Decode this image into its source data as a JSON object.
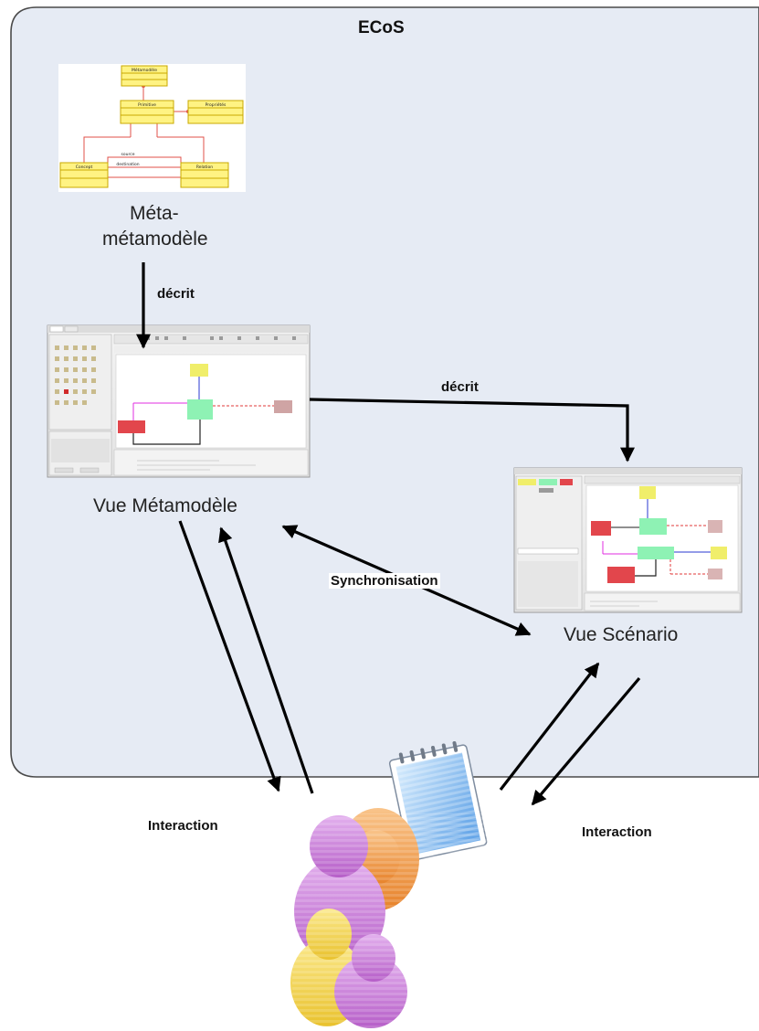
{
  "diagram": {
    "title": "ECoS",
    "nodes": {
      "metametamodel": {
        "label_line1": "Méta-",
        "label_line2": "métamodèle"
      },
      "metamodel_view": {
        "label": "Vue Métamodèle"
      },
      "scenario_view": {
        "label": "Vue Scénario"
      }
    },
    "edges": {
      "describes_1": "décrit",
      "describes_2": "décrit",
      "synchronisation": "Synchronisation",
      "interaction_left": "Interaction",
      "interaction_right": "Interaction"
    },
    "uml_thumbnail": {
      "classes": [
        "Métamodèle",
        "Primitive",
        "Propriétés",
        "Concept",
        "Relation"
      ],
      "texts": [
        "source",
        "destination"
      ]
    }
  },
  "colors": {
    "container_fill": "#e6ebf4",
    "container_stroke": "#4a4a4a",
    "arrow": "#000000",
    "uml_class": "#fff383",
    "uml_border": "#c8a800",
    "uml_link": "#e0504a",
    "node_yellow": "#f0ee6a",
    "node_green": "#8ef2b4",
    "node_red": "#e2464c",
    "node_pink": "#eecaca",
    "user_purple": "#c67ad6",
    "user_orange": "#f29a3a",
    "user_yellow": "#f3d64a",
    "notepad_blue": "#79b5ef"
  }
}
